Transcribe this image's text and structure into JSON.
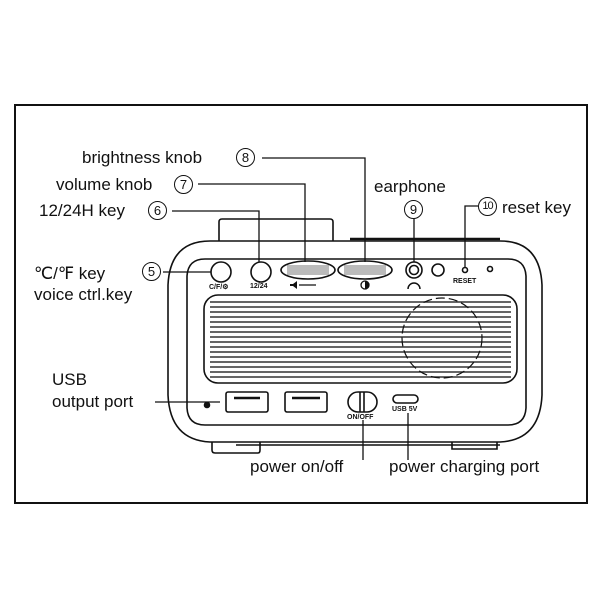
{
  "diagram": {
    "title": "Clock radio back panel",
    "callouts": [
      {
        "number": "8",
        "label": "brightness knob"
      },
      {
        "number": "7",
        "label": "volume knob"
      },
      {
        "number": "6",
        "label": "12/24H key"
      },
      {
        "number": "5",
        "label_line1": "℃/℉  key",
        "label_line2": "voice ctrl.key"
      },
      {
        "number": "9",
        "label": "earphone"
      },
      {
        "number": "10",
        "label": "reset key"
      }
    ],
    "other_labels": {
      "usb_line1": "USB",
      "usb_line2": "output port",
      "power_switch": "power on/off",
      "charging_port": "power charging port"
    },
    "panel_markings": {
      "cf_key": "C/F/⚙",
      "h12_24": "12/24",
      "reset": "RESET",
      "on_off": "ON/OFF",
      "usb5v": "USB 5V"
    },
    "colors": {
      "line": "#111111",
      "background": "#ffffff",
      "grille": "#555555"
    }
  }
}
